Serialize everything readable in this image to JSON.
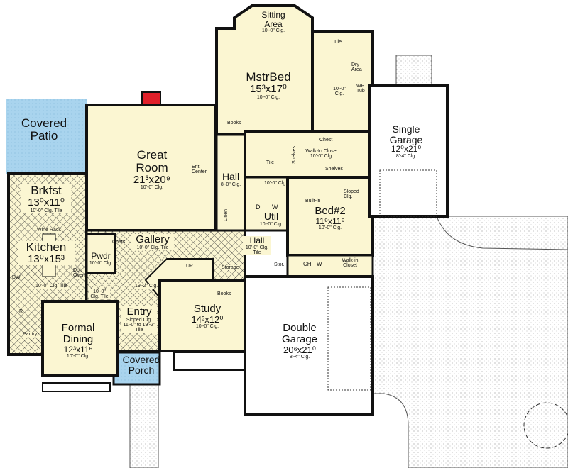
{
  "colors": {
    "room_fill": "#fbf6d2",
    "patio_fill": "#a9d4ee",
    "wall": "#111111",
    "fireplace": "#e0202a",
    "garage_fill": "#ffffff",
    "driveway_dots": "#9a9a9a"
  },
  "rooms": [
    {
      "id": "sitting-area",
      "name": "Sitting Area",
      "dims": "",
      "clg": "10'-0\" Clg."
    },
    {
      "id": "master-bed",
      "name": "MstrBed",
      "dims": "15³x17⁰",
      "clg": "10'-0\" Clg."
    },
    {
      "id": "covered-patio",
      "name": "Covered Patio",
      "dims": "",
      "clg": ""
    },
    {
      "id": "great-room",
      "name": "Great Room",
      "dims": "21³x20⁹",
      "clg": "10'-0\" Clg."
    },
    {
      "id": "single-garage",
      "name": "Single Garage",
      "dims": "12⁰x21⁰",
      "clg": "8'-4\" Clg."
    },
    {
      "id": "brkfst",
      "name": "Brkfst",
      "dims": "13⁰x11⁰",
      "clg": "10'-0\" Clg. Tile"
    },
    {
      "id": "hall-upper",
      "name": "Hall",
      "dims": "",
      "clg": "8'-0\" Clg."
    },
    {
      "id": "bed-2",
      "name": "Bed#2",
      "dims": "11⁹x11⁹",
      "clg": "10'-0\" Clg."
    },
    {
      "id": "kitchen",
      "name": "Kitchen",
      "dims": "13⁰x15³",
      "clg": "10'-0\" Clg. Tile"
    },
    {
      "id": "gallery",
      "name": "Gallery",
      "dims": "",
      "clg": "10'-0\" Clg. Tile"
    },
    {
      "id": "util",
      "name": "Util",
      "dims": "",
      "clg": "10'-0\" Clg."
    },
    {
      "id": "hall-lower",
      "name": "Hall",
      "dims": "",
      "clg": "10'-0\" Clg. Tile"
    },
    {
      "id": "pwdr",
      "name": "Pwdr",
      "dims": "",
      "clg": "10'-0\" Clg."
    },
    {
      "id": "study",
      "name": "Study",
      "dims": "14³x12⁰",
      "clg": "10'-0\" Clg."
    },
    {
      "id": "entry",
      "name": "Entry",
      "dims": "",
      "clg": "Sloped Clg. 11'-0\" to 19'-2\" Tile"
    },
    {
      "id": "formal-dining",
      "name": "Formal Dining",
      "dims": "12³x11⁶",
      "clg": "10'-0\" Clg."
    },
    {
      "id": "double-garage",
      "name": "Double Garage",
      "dims": "20⁶x21⁰",
      "clg": "8'-4\" Clg."
    },
    {
      "id": "covered-porch",
      "name": "Covered Porch",
      "dims": "",
      "clg": ""
    }
  ],
  "notes": {
    "books_1": "Books",
    "ent_center": "Ent. Center",
    "linen": "Linen",
    "chest": "Chest",
    "walk_in_closet": "Walk-In Closet 10'-0\" Clg.",
    "shelves_1": "Shelves",
    "shelves_2": "Shelves",
    "tile_1": "Tile",
    "tile_2": "Tile",
    "bath_clg": "10'-0\" Clg.",
    "dry_area": "Dry Area",
    "wp_tub": "WP Tub",
    "hall_bath_clg": "10'-0\" Clg.",
    "built_in": "Built-in",
    "sloped_clg": "Sloped Clg.",
    "d": "D",
    "w": "W",
    "wine_rack": "Wine Rack",
    "coats": "Coats",
    "dbl_oven": "Dbl. Oven",
    "dw": "DW",
    "r": "R",
    "pantry": "Pantry",
    "kitchen_hall_clg": "10'-0\" Clg. Tile",
    "stair_clg": "19'-2\" Clg.",
    "up": "UP",
    "storage": "Storage",
    "stor": "Stor.",
    "ch": "CH",
    "wh": "W",
    "walk_in_closet_2": "Walk-in Closet",
    "books_2": "Books"
  }
}
